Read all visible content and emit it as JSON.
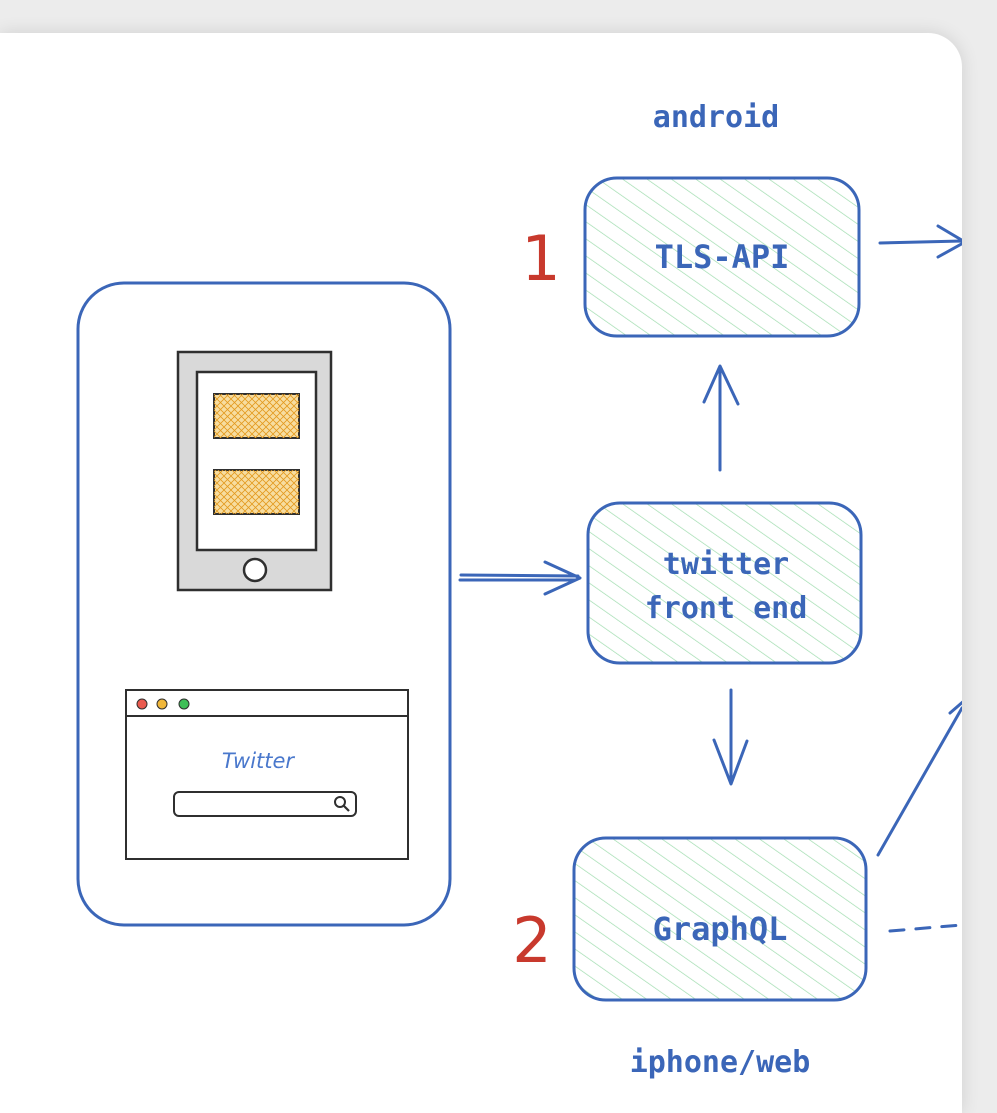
{
  "diagram": {
    "labels": {
      "android": "android",
      "iphone_web": "iphone/web",
      "marker_1": "1",
      "marker_2": "2"
    },
    "nodes": {
      "tls_api": "TLS-API",
      "front_end_line1": "twitter",
      "front_end_line2": "front end",
      "graphql": "GraphQL"
    },
    "browser": {
      "site_title": "Twitter"
    },
    "colors": {
      "stroke": "#3b66b8",
      "node_fill": "#b9ecc3",
      "hatch": "#9fdcae",
      "marker": "#c8392d",
      "screen_block": "#f2b94a",
      "phone_body": "#d9d9d9",
      "dot_red": "#ea5a4f",
      "dot_yellow": "#f0b73a",
      "dot_green": "#3fbf58"
    },
    "icons": {
      "search": "search-icon"
    }
  }
}
